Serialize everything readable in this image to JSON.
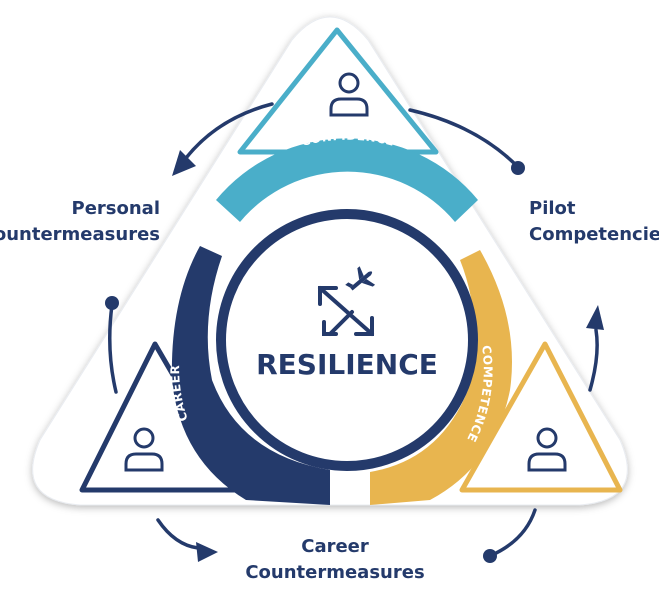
{
  "center": {
    "title": "RESILIENCE",
    "icon": "aircraft-arrows-icon"
  },
  "segments": {
    "confidence": {
      "label": "CONFIDENCE",
      "color": "#4aaec9"
    },
    "career": {
      "label": "CAREER",
      "color": "#243a6b"
    },
    "competence": {
      "label": "COMPETENCE",
      "color": "#e8b54f"
    }
  },
  "labels": {
    "personal_countermeasures": [
      "Personal",
      "Countermeasures"
    ],
    "pilot_competencies": [
      "Pilot",
      "Competencies"
    ],
    "career_countermeasures": [
      "Career",
      "Countermeasures"
    ]
  },
  "icons": {
    "triangle_person": "person-icon",
    "cycle_arrow": "arrow-head-icon",
    "cycle_start": "dot-icon"
  },
  "colors": {
    "navy": "#243a6b",
    "teal": "#4aaec9",
    "gold": "#e8b54f",
    "background": "#ffffff"
  }
}
